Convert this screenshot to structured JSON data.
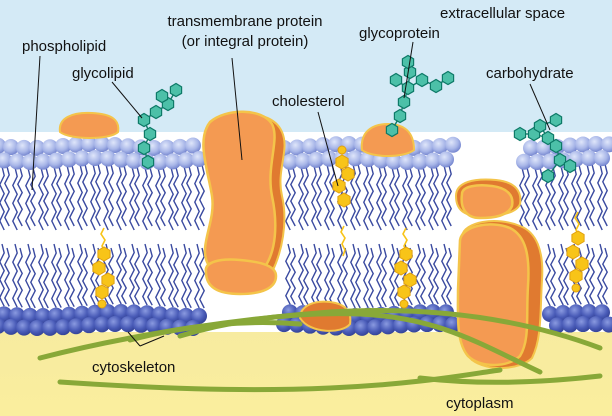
{
  "labels": {
    "phospholipid": "phospholipid",
    "glycolipid": "glycolipid",
    "transmembrane_line1": "transmembrane protein",
    "transmembrane_line2": "(or integral protein)",
    "glycoprotein": "glycoprotein",
    "extracellular": "extracellular space",
    "carbohydrate": "carbohydrate",
    "cholesterol": "cholesterol",
    "cytoskeleton": "cytoskeleton",
    "cytoplasm": "cytoplasm"
  },
  "colors": {
    "extracellular": "#d4eaf6",
    "cytoplasm": "#f8ec9c",
    "head_light": "#c4cff0",
    "head_dark": "#3c4ea8",
    "tail": "#3a4aa0",
    "protein_fill": "#f49a52",
    "protein_dark": "#e07a30",
    "protein_edge": "#f4c44a",
    "carb_fill": "#4cc0a8",
    "carb_edge": "#0e7a68",
    "cholesterol": "#f8c418",
    "cytoskeleton": "#88a838"
  }
}
